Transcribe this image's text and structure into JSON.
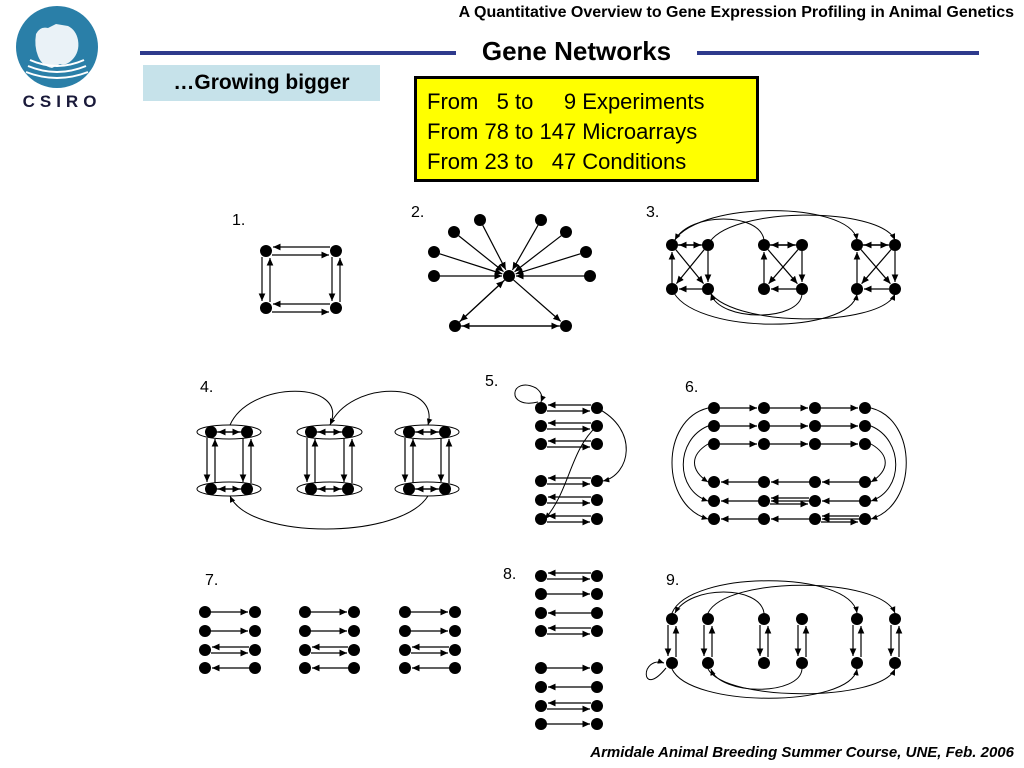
{
  "header": {
    "top_title": "A Quantitative Overview to Gene Expression Profiling in Animal Genetics",
    "logo_text": "CSIRO",
    "subtitle": "Gene Networks",
    "tag": "…Growing bigger"
  },
  "info_box": {
    "lines": [
      "From   5 to     9 Experiments",
      "From 78 to 147 Microarrays",
      "From 23 to   47 Conditions"
    ]
  },
  "networks": [
    {
      "label": "1."
    },
    {
      "label": "2."
    },
    {
      "label": "3."
    },
    {
      "label": "4."
    },
    {
      "label": "5."
    },
    {
      "label": "6."
    },
    {
      "label": "7."
    },
    {
      "label": "8."
    },
    {
      "label": "9."
    }
  ],
  "footer": {
    "text": "Armidale Animal Breeding Summer Course, UNE, Feb. 2006"
  }
}
